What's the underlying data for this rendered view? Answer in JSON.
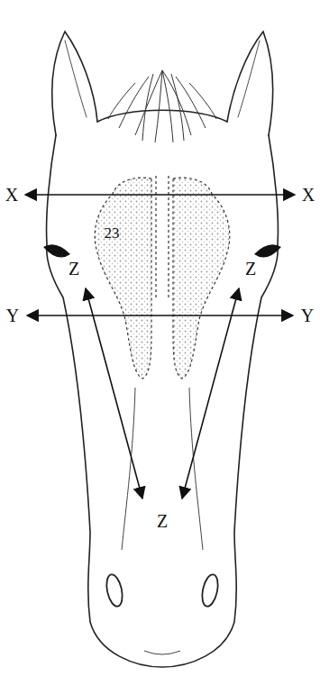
{
  "diagram": {
    "labels": [
      "X",
      "X",
      "23",
      "Z",
      "Z",
      "Y",
      "Y",
      "Z"
    ]
  }
}
